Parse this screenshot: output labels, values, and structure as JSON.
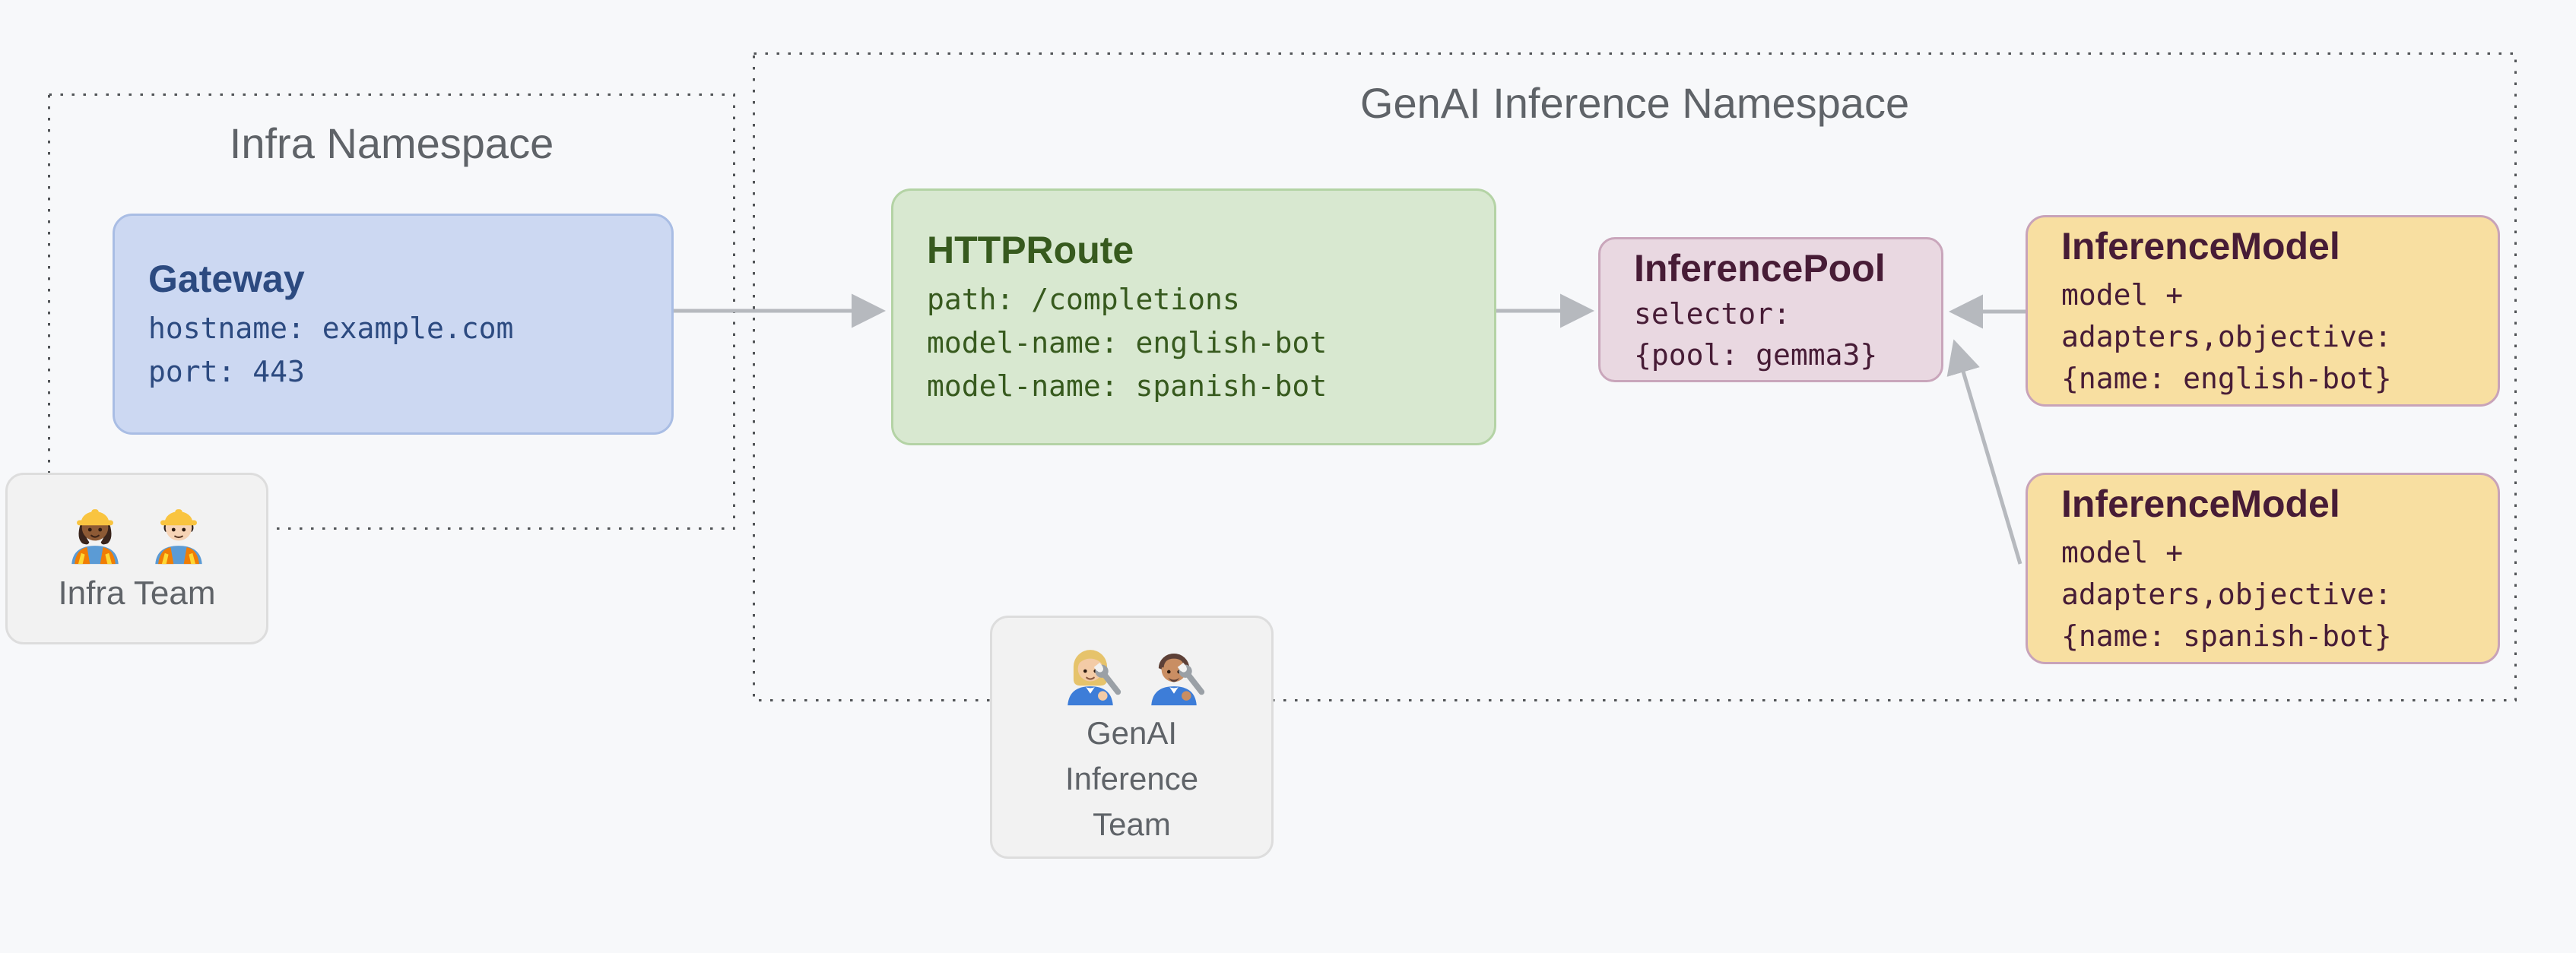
{
  "background": "#f7f8fa",
  "namespaces": {
    "infra": {
      "title": "Infra Namespace"
    },
    "genai": {
      "title": "GenAI Inference Namespace"
    }
  },
  "nodes": {
    "gateway": {
      "title": "Gateway",
      "lines": [
        "hostname: example.com",
        "port: 443"
      ]
    },
    "httproute": {
      "title": "HTTPRoute",
      "lines": [
        "path: /completions",
        "model-name: english-bot",
        "model-name: spanish-bot"
      ]
    },
    "inference_pool": {
      "title": "InferencePool",
      "lines": [
        "selector:",
        "{pool: gemma3}"
      ]
    },
    "inference_model_english": {
      "title": "InferenceModel",
      "lines": [
        "model +",
        "adapters,objective:",
        "{name: english-bot}"
      ]
    },
    "inference_model_spanish": {
      "title": "InferenceModel",
      "lines": [
        "model +",
        "adapters,objective:",
        "{name: spanish-bot}"
      ]
    }
  },
  "teams": {
    "infra": {
      "label": "Infra Team",
      "emojis": [
        "woman-construction-worker",
        "man-construction-worker"
      ]
    },
    "genai": {
      "label_lines": [
        "GenAI",
        "Inference",
        "Team"
      ],
      "emojis": [
        "woman-mechanic",
        "man-mechanic"
      ]
    }
  },
  "colors": {
    "background": "#f7f8fa",
    "namespace_border": "#515457",
    "label_text": "#5f6368",
    "arrow": "#b6b9be",
    "gateway_fill": "#ccd8f2",
    "gateway_border": "#a9bde4",
    "gateway_text": "#2c4a80",
    "httproute_fill": "#d8e8d0",
    "httproute_border": "#b4d3a5",
    "httproute_text": "#375a1e",
    "pool_fill": "#e9d8e1",
    "pool_border": "#c9a6bb",
    "pool_text": "#471c36",
    "model_fill": "#f8dfa1",
    "model_border": "#c8a3b9",
    "model_text": "#471c36",
    "team_fill": "#f2f2f2",
    "team_border": "#dddddd"
  }
}
